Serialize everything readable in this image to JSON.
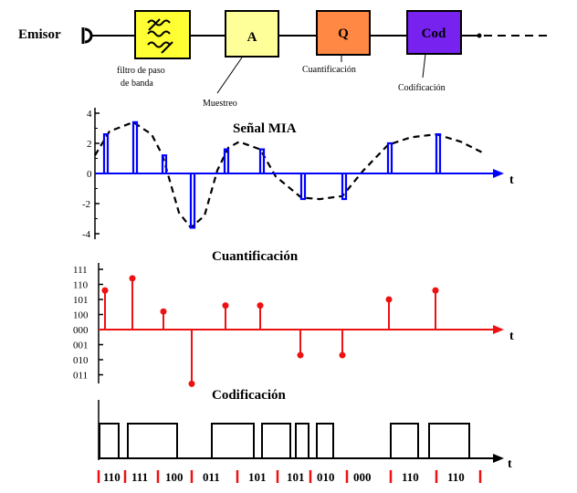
{
  "block_chain": {
    "emitter_label": "Emisor",
    "blocks": [
      {
        "id": "filter",
        "text": "",
        "caption": "filtro de paso\nde banda",
        "color": "#FFFF33",
        "icon": "filter-wave-icon"
      },
      {
        "id": "sampler",
        "text": "A",
        "caption": "Muestreo",
        "color": "#FFFF99"
      },
      {
        "id": "quantizer",
        "text": "Q",
        "caption": "Cuantificación",
        "color": "#FF8844"
      },
      {
        "id": "coder",
        "text": "Cod",
        "caption": "Codificación",
        "color": "#7722EE"
      }
    ]
  },
  "pam_panel": {
    "title": "Señal MIA",
    "y_ticks": [
      "4",
      "2",
      "0",
      "-2",
      "-4"
    ],
    "x_label": "t",
    "signal_color": "#0000FF",
    "envelope_style": "dashed black curve",
    "sample_values": [
      2.6,
      3.4,
      1.2,
      -3.6,
      1.6,
      1.6,
      -1.7,
      -1.7,
      2.0,
      2.6
    ]
  },
  "quant_panel": {
    "title": "Cuantificación",
    "y_ticks": [
      "111",
      "110",
      "101",
      "100",
      "000",
      "001",
      "010",
      "011"
    ],
    "x_label": "t",
    "color": "#EE1111",
    "levels": [
      2.6,
      3.4,
      1.2,
      -3.6,
      1.6,
      1.6,
      -1.7,
      -1.7,
      2.0,
      2.6
    ]
  },
  "code_panel": {
    "title": "Codificación",
    "x_label": "t",
    "codes": [
      "110",
      "111",
      "100",
      "011",
      "101",
      "101",
      "010",
      "000",
      "110",
      "110"
    ],
    "marker_color": "#EE1111"
  }
}
